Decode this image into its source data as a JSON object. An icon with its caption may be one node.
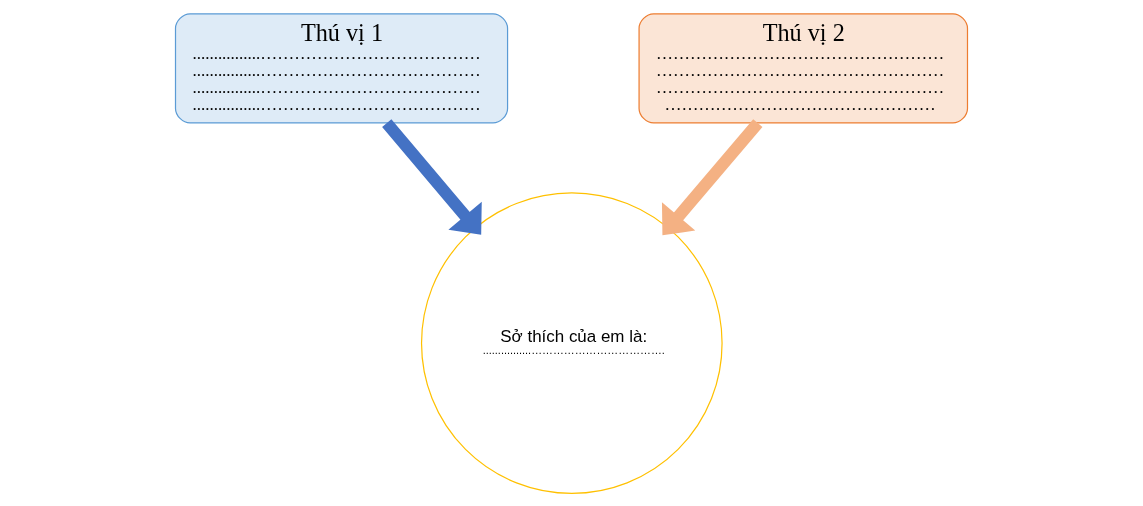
{
  "diagram": {
    "nodes": [
      {
        "text": [
          "Thú vị 1",
          "................…………………………………",
          "................…………………………………",
          "................…………………………………",
          "................…………………………………"
        ]
      },
      {
        "text": [
          "Thú vị 2",
          "……………………………………………",
          "……………………………………………",
          "……………………………………………",
          "…………………………………………"
        ]
      },
      {
        "text": [
          "Sở thích của em là:",
          "................………………………………."
        ]
      }
    ],
    "edges": [
      {
        "from": 0,
        "to": 2,
        "arrow": "to",
        "color": "#4472c4"
      },
      {
        "from": 1,
        "to": 2,
        "arrow": "to",
        "color": "#f4b183"
      }
    ]
  }
}
